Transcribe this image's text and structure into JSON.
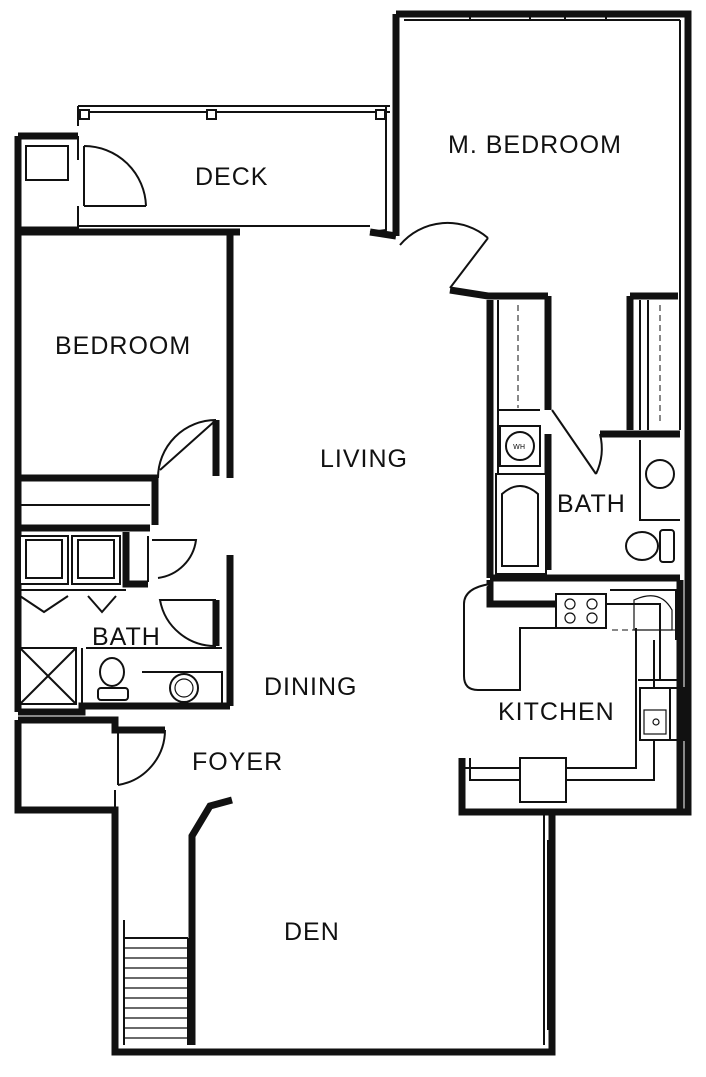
{
  "rooms": {
    "deck": "DECK",
    "master_bedroom": "M. BEDROOM",
    "bedroom": "BEDROOM",
    "living": "LIVING",
    "bath_master": "BATH",
    "bath_hall": "BATH",
    "dining": "DINING",
    "kitchen": "KITCHEN",
    "foyer": "FOYER",
    "den": "DEN"
  },
  "fixtures": {
    "water_heater": "WH"
  }
}
